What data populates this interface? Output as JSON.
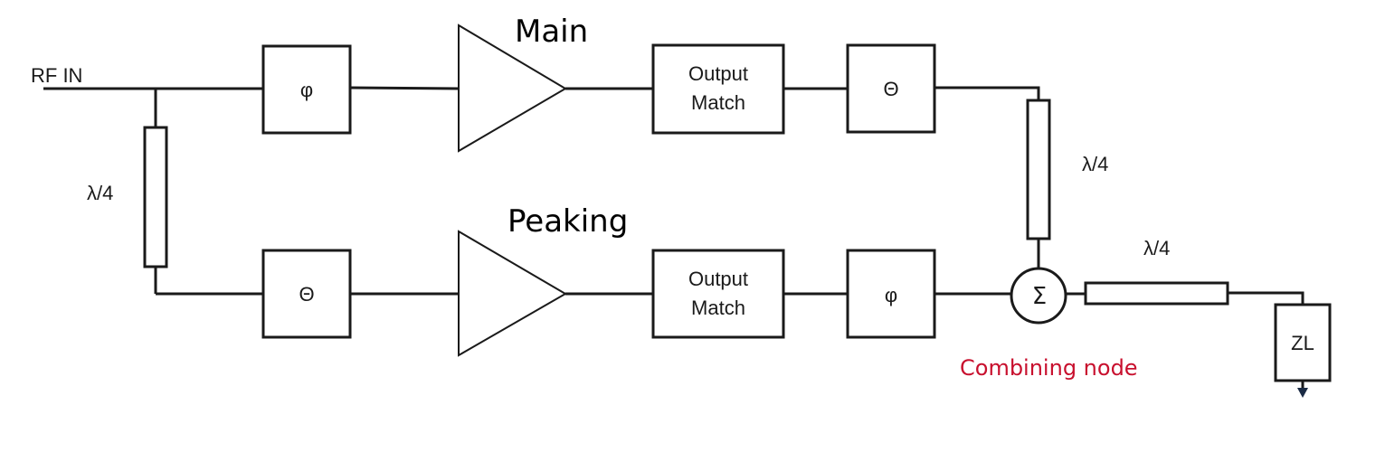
{
  "input_label": "RF IN",
  "main_label": "Main",
  "peaking_label": "Peaking",
  "splitter_line_label": "λ/4",
  "main_phase_label": "φ",
  "peaking_phase_label": "Θ",
  "main_output_match": [
    "Output",
    "Match"
  ],
  "peaking_output_match": [
    "Output",
    "Match"
  ],
  "main_post_phase_label": "Θ",
  "peaking_post_phase_label": "φ",
  "main_output_line_label": "λ/4",
  "combiner_symbol": "Σ",
  "output_line_label": "λ/4",
  "load_label": "ZL",
  "combining_node_label": "Combining node",
  "colors": {
    "combining_node": "#c8102e",
    "line": "#1a1a1a"
  }
}
